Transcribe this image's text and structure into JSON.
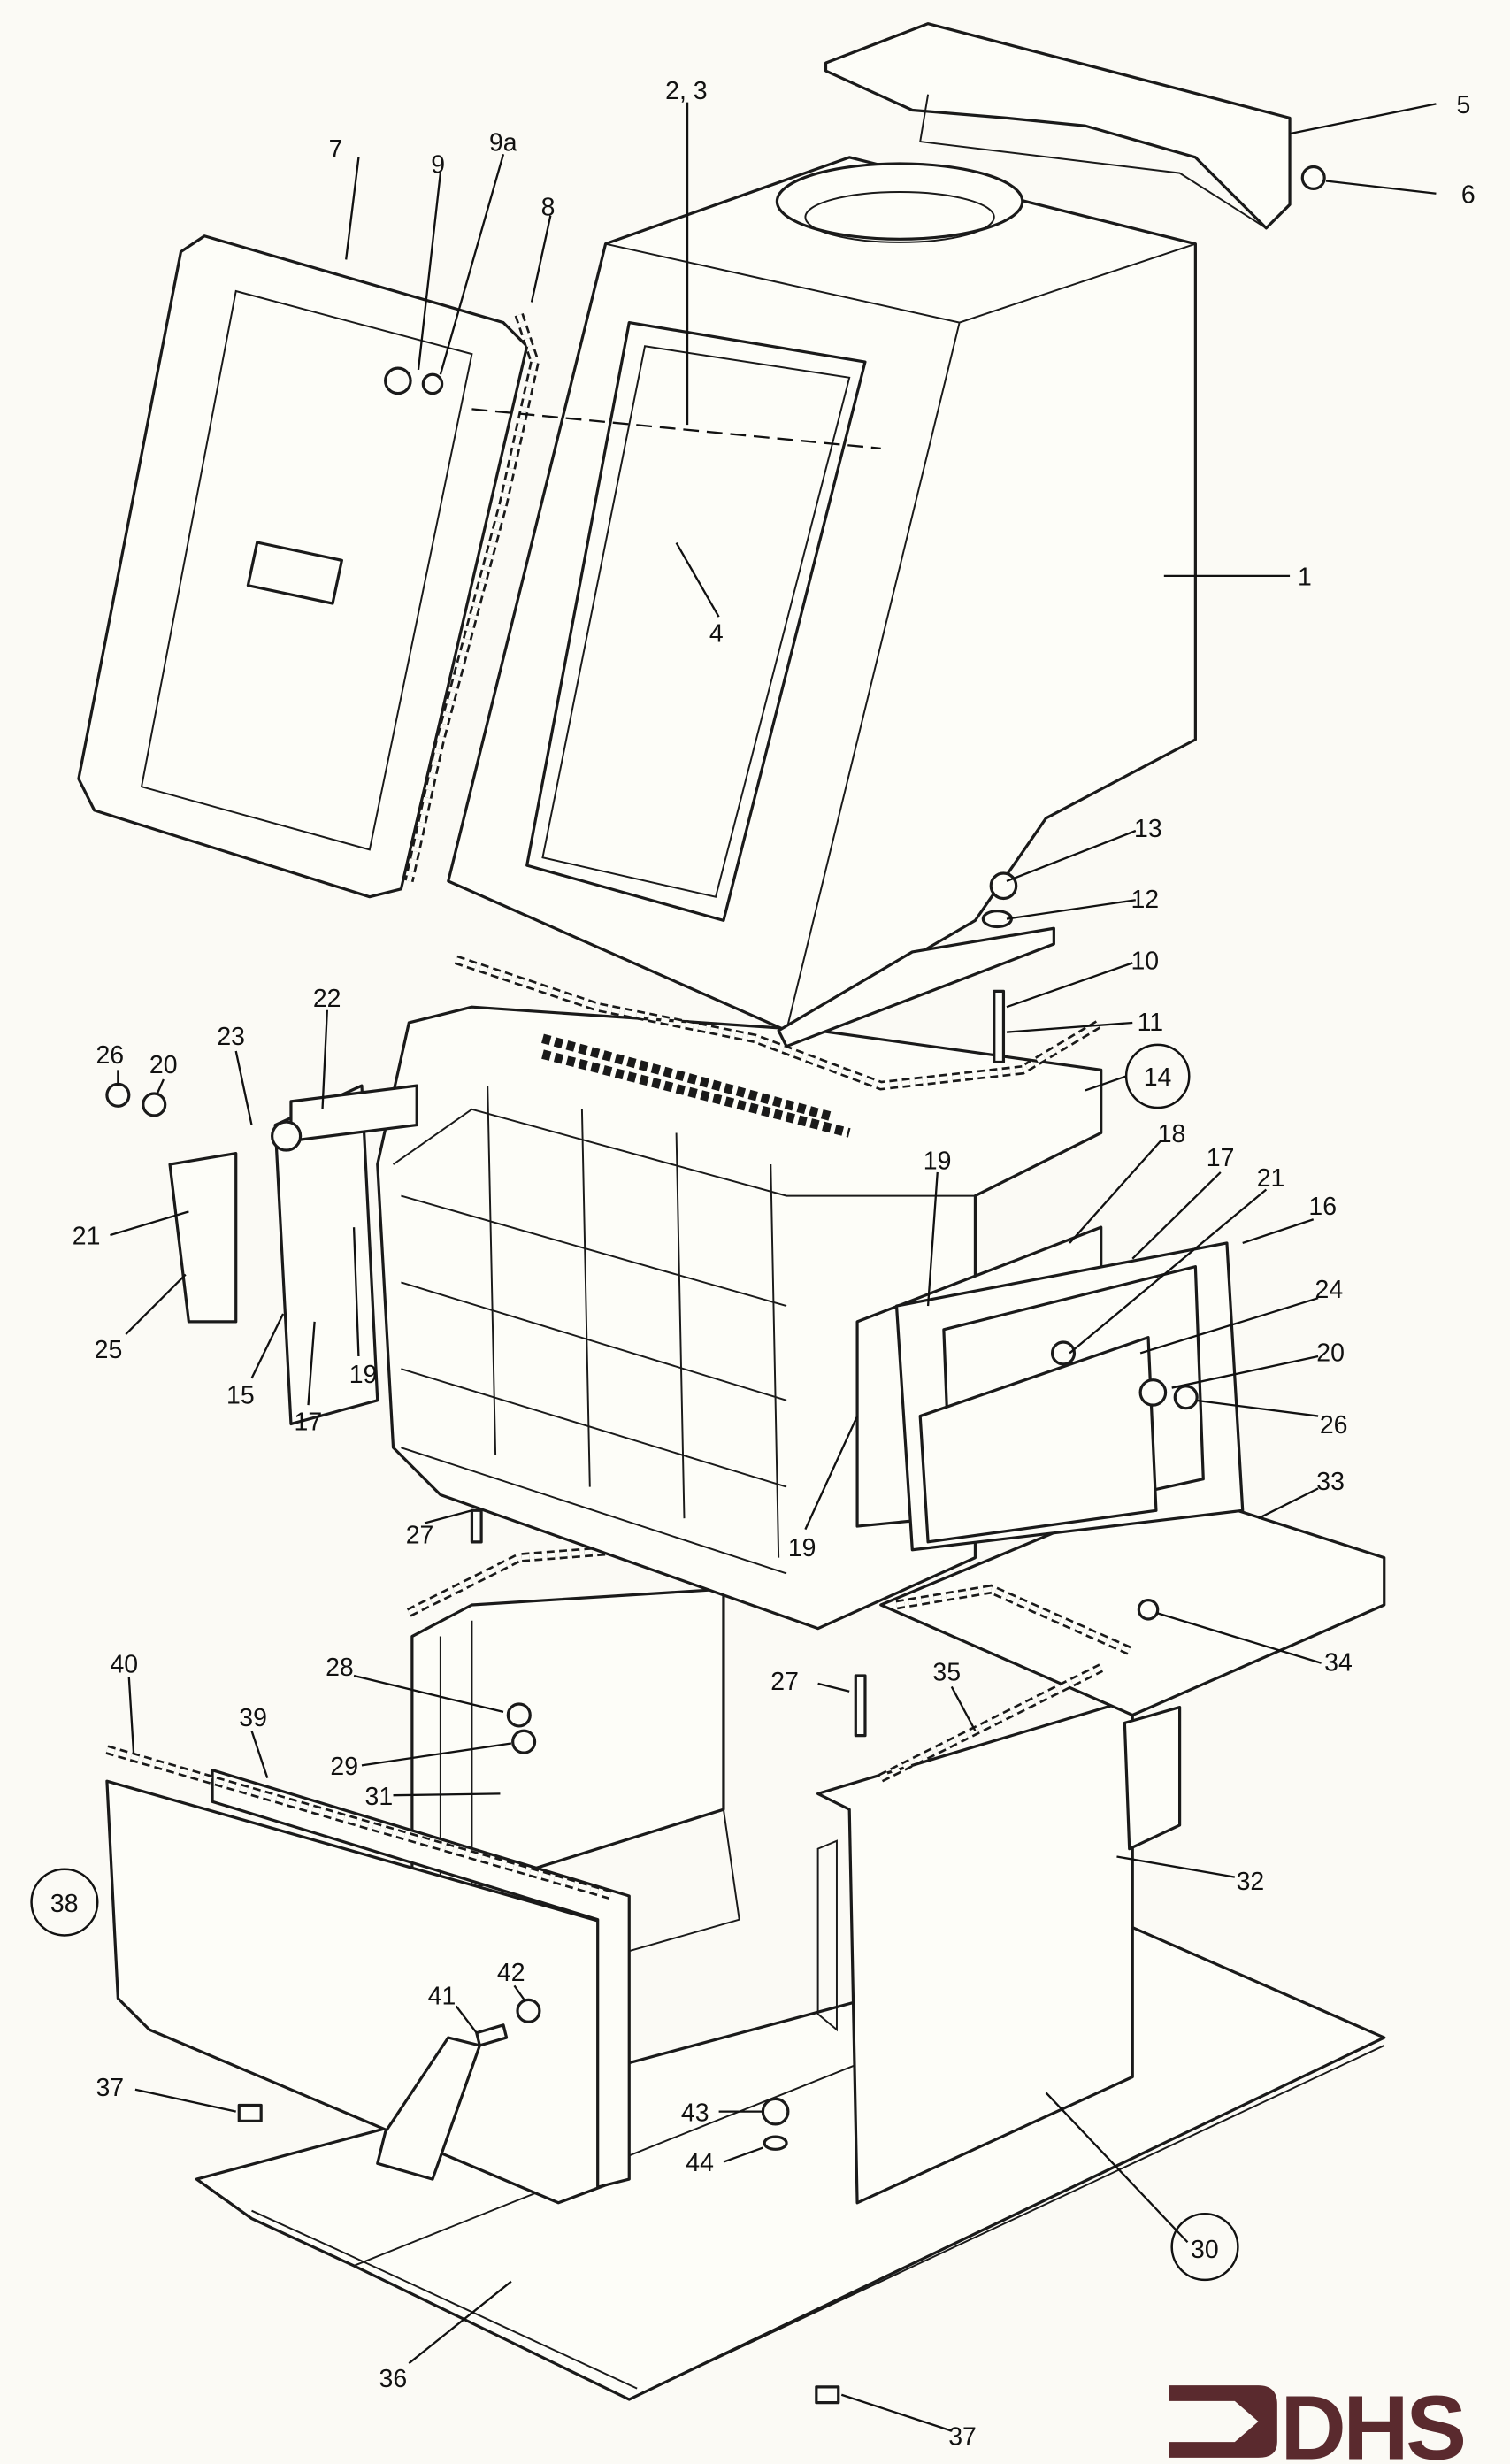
{
  "title": "Exploded parts diagram",
  "logo": {
    "text": "DHS",
    "color": "#5a2a2e"
  },
  "labels": {
    "l1": "1",
    "l23": "2, 3",
    "l4": "4",
    "l5": "5",
    "l6": "6",
    "l7": "7",
    "l8": "8",
    "l9": "9",
    "l9a": "9a",
    "l10": "10",
    "l11": "11",
    "l12": "12",
    "l13": "13",
    "l14": "14",
    "l15": "15",
    "l16": "16",
    "l17a": "17",
    "l17b": "17",
    "l18": "18",
    "l19a": "19",
    "l19b": "19",
    "l19c": "19",
    "l20a": "20",
    "l20b": "20",
    "l21a": "21",
    "l21b": "21",
    "l22": "22",
    "l23b": "23",
    "l24": "24",
    "l25": "25",
    "l26a": "26",
    "l26b": "26",
    "l27a": "27",
    "l27b": "27",
    "l28": "28",
    "l29": "29",
    "l30": "30",
    "l31": "31",
    "l32": "32",
    "l33": "33",
    "l34": "34",
    "l35": "35",
    "l36": "36",
    "l37a": "37",
    "l37b": "37",
    "l38": "38",
    "l39": "39",
    "l40": "40",
    "l41": "41",
    "l42": "42",
    "l43": "43",
    "l44": "44"
  }
}
